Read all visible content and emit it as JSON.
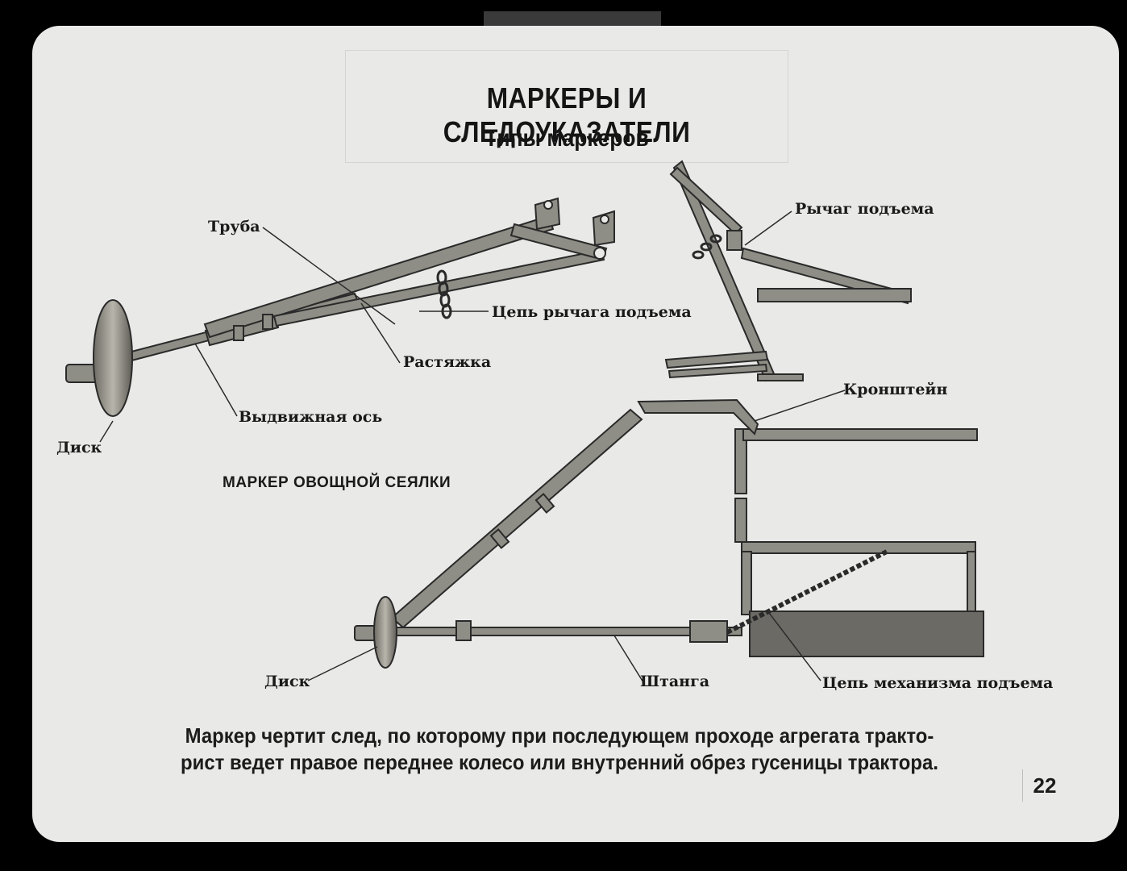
{
  "title": "МАРКЕРЫ И СЛЕДОУКАЗАТЕЛИ",
  "subtitle": "Типы маркеров",
  "labels": {
    "truba": "Труба",
    "cep_rychaga": "Цепь рычага подъема",
    "rastyazhka": "Растяжка",
    "vydvizhnaya_os": "Выдвижная ось",
    "disk_top": "Диск",
    "rychag_podema": "Рычаг подъема",
    "kronshtein": "Кронштейн",
    "disk_bottom": "Диск",
    "shtanga": "Штанга",
    "cep_mehanizma": "Цепь механизма подъема"
  },
  "section_title": "МАРКЕР ОВОЩНОЙ СЕЯЛКИ",
  "caption_line1": "Маркер чертит след, по которому при последующем проходе агрегата тракто-",
  "caption_line2": "рист ведет правое переднее колесо или внутренний обрез гусеницы трактора.",
  "page_number": "22",
  "colors": {
    "slide": "#e9e9e7",
    "metal": "#8e8e86",
    "outline": "#2a2a2a",
    "text": "#1a1a1a"
  }
}
